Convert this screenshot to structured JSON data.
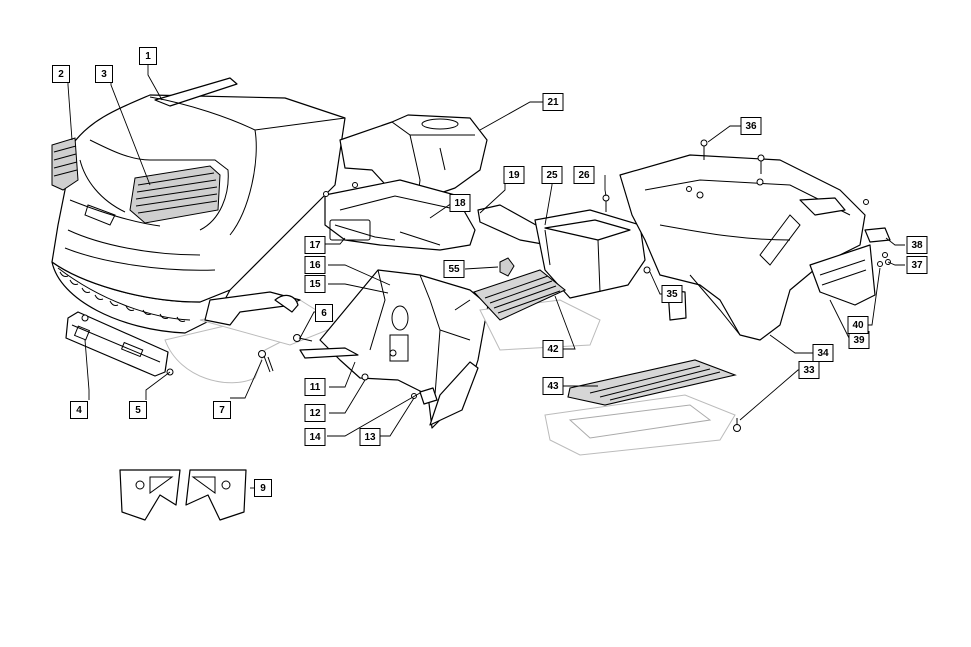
{
  "callouts": [
    {
      "id": "c1",
      "label": "1"
    },
    {
      "id": "c2",
      "label": "2"
    },
    {
      "id": "c3",
      "label": "3"
    },
    {
      "id": "c4",
      "label": "4"
    },
    {
      "id": "c5",
      "label": "5"
    },
    {
      "id": "c6",
      "label": "6"
    },
    {
      "id": "c7",
      "label": "7"
    },
    {
      "id": "c9",
      "label": "9"
    },
    {
      "id": "c11",
      "label": "11"
    },
    {
      "id": "c12",
      "label": "12"
    },
    {
      "id": "c13",
      "label": "13"
    },
    {
      "id": "c14",
      "label": "14"
    },
    {
      "id": "c15",
      "label": "15"
    },
    {
      "id": "c16",
      "label": "16"
    },
    {
      "id": "c17",
      "label": "17"
    },
    {
      "id": "c18",
      "label": "18"
    },
    {
      "id": "c19",
      "label": "19"
    },
    {
      "id": "c21",
      "label": "21"
    },
    {
      "id": "c25",
      "label": "25"
    },
    {
      "id": "c26",
      "label": "26"
    },
    {
      "id": "c33",
      "label": "33"
    },
    {
      "id": "c34",
      "label": "34"
    },
    {
      "id": "c35",
      "label": "35"
    },
    {
      "id": "c36",
      "label": "36"
    },
    {
      "id": "c37",
      "label": "37"
    },
    {
      "id": "c38",
      "label": "38"
    },
    {
      "id": "c39",
      "label": "39"
    },
    {
      "id": "c40",
      "label": "40"
    },
    {
      "id": "c42",
      "label": "42"
    },
    {
      "id": "c43",
      "label": "43"
    },
    {
      "id": "c55",
      "label": "55"
    }
  ]
}
